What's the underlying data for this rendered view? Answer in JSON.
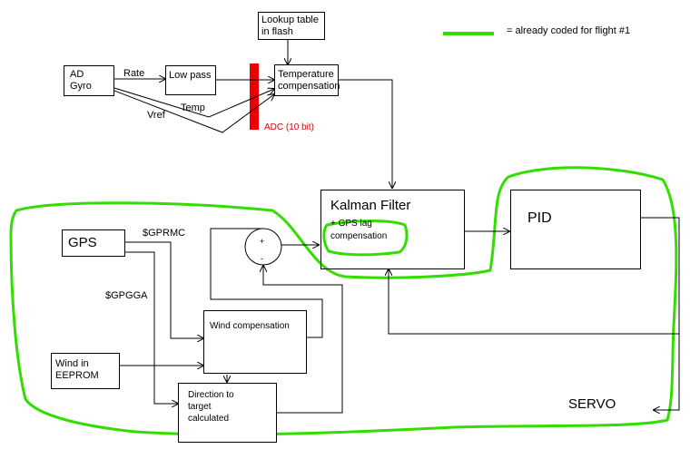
{
  "colors": {
    "line": "#000000",
    "highlight": "#33dd00",
    "adc_bar": "#ee0000",
    "adc_text": "#dd0000"
  },
  "legend": {
    "text": "= already coded for flight #1"
  },
  "blocks": {
    "lookup_table": "Lookup table in flash",
    "ad_gyro": "AD Gyro",
    "low_pass": "Low pass",
    "temp_comp": "Temperature compensation",
    "kalman": "Kalman Filter",
    "gps_lag": "+ GPS lag compensation",
    "pid": "PID",
    "gps": "GPS",
    "wind_comp": "Wind compensation",
    "wind_eeprom": "Wind in EEPROM",
    "direction": "Direction to target calculated",
    "servo": "SERVO"
  },
  "labels": {
    "rate": "Rate",
    "temp": "Temp",
    "vref": "Vref",
    "adc": "ADC (10 bit)",
    "gprmc": "$GPRMC",
    "gpgga": "$GPGGA",
    "plus": "+",
    "minus": "-"
  }
}
